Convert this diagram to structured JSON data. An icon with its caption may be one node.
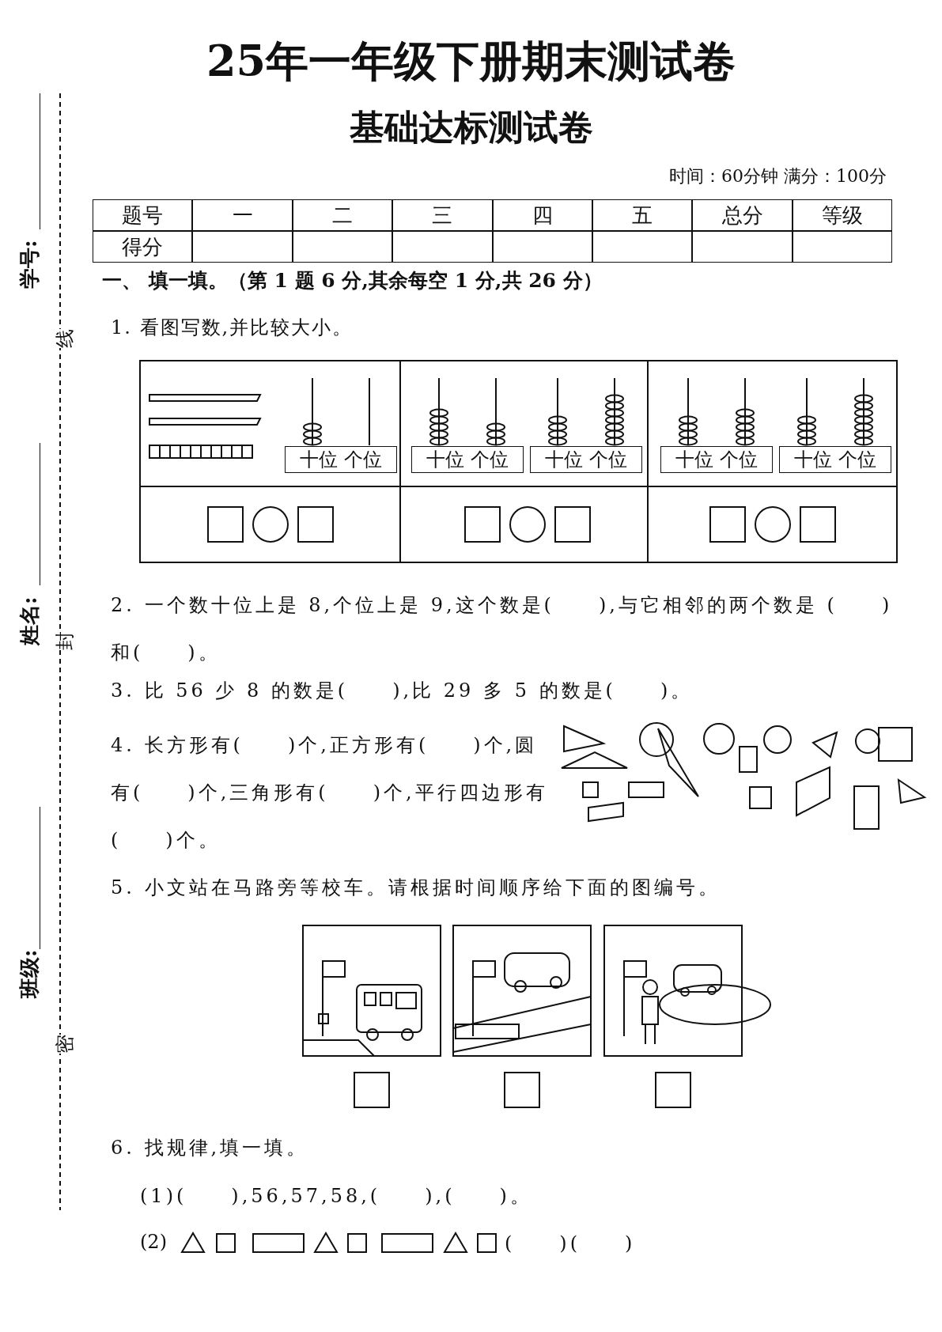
{
  "diagram": {
    "title": "25年一年级下册期末测试卷",
    "labels": [
      "基础达标测试卷",
      "时间：60分钟 满分：100分",
      "题号",
      "一",
      "二",
      "三",
      "四",
      "五",
      "总分",
      "等级",
      "得分",
      "一、 填一填。（第 1 题 6 分,其余每空 1 分,共 26 分）",
      "1. 看图写数,并比较大小。",
      "十位 个位",
      "十位 个位",
      "十位 个位",
      "十位 个位",
      "十位 个位",
      "2. 一个数十位上是 8,个位上是 9,这个数是(　　),与它相邻的两个数是 (　　)和(　　)。",
      "3. 比 56 少 8 的数是(　　),比 29 多 5 的数是(　　)。",
      "4. 长方形有(　　)个,正方形有(　　)个,圆有(　　)个,三角形有(　　)个,平行四边形有(　　)个。",
      "5. 小文站在马路旁等校车。请根据时间顺序给下面的图编号。",
      "6. 找规律,填一填。",
      "(1)(　　),56,57,58,(　　),(　　)。",
      "(2)",
      "(　　)(　　)",
      "学号:",
      "线",
      "姓名:",
      "封",
      "班级:",
      "密"
    ]
  }
}
